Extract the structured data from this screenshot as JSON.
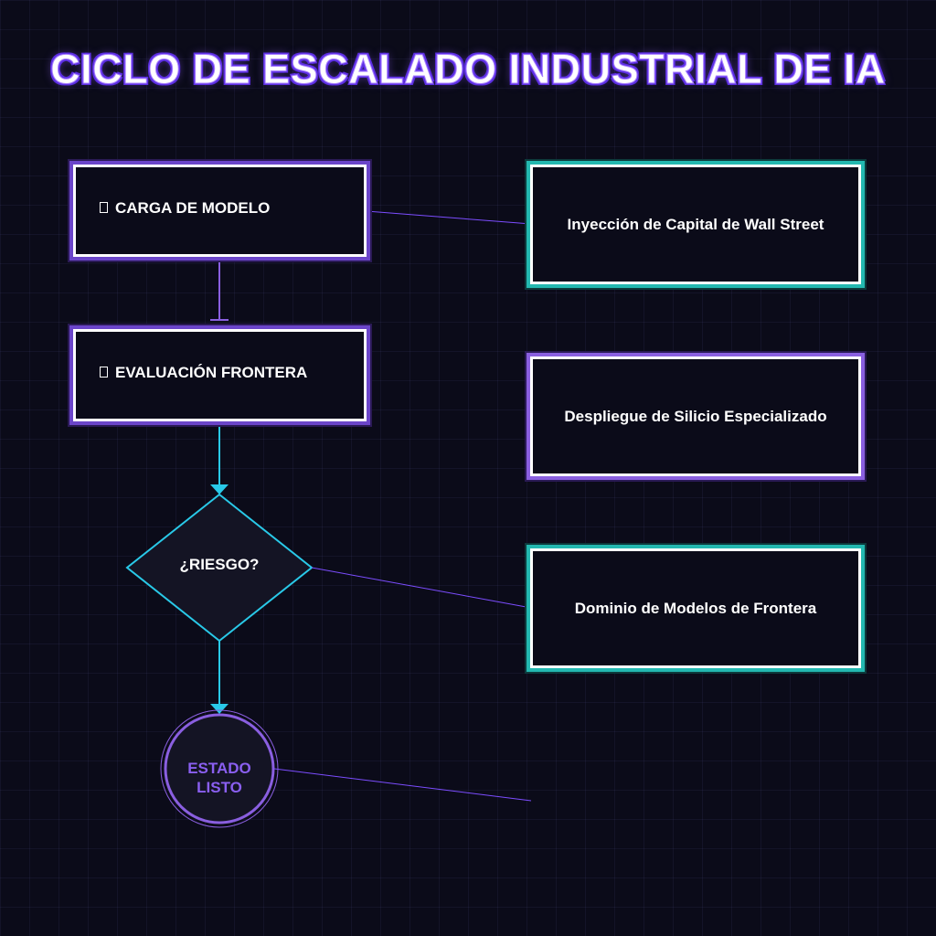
{
  "title": "CICLO DE ESCALADO INDUSTRIAL DE IA",
  "left_nodes": {
    "load": {
      "icon": "missing-glyph-box",
      "label": "CARGA DE MODELO"
    },
    "eval": {
      "icon": "missing-glyph-box",
      "label": "EVALUACIÓN FRONTERA"
    }
  },
  "decision": {
    "label": "¿RIESGO?"
  },
  "terminal": {
    "label_line1": "ESTADO",
    "label_line2": "LISTO"
  },
  "right_nodes": {
    "capital": "Inyección de Capital de Wall Street",
    "silicon": "Despliegue de Silicio Especializado",
    "models": "Dominio de Modelos de Frontera"
  },
  "colors": {
    "background": "#0b0b19",
    "purple_accent": "#7c4dff",
    "teal_accent": "#23b8b0",
    "cyan_arrow": "#29c9e8",
    "terminal_text": "#8a5ff0"
  }
}
